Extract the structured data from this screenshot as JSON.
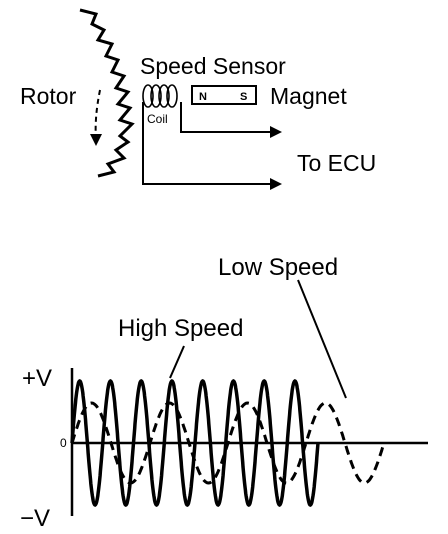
{
  "labels": {
    "rotor": "Rotor",
    "speed_sensor": "Speed Sensor",
    "coil": "Coil",
    "magnet_north": "N",
    "magnet_south": "S",
    "magnet": "Magnet",
    "to_ecu": "To ECU",
    "low_speed": "Low Speed",
    "high_speed": "High Speed",
    "plus_v": "+V",
    "minus_v": "−V",
    "origin": "0"
  },
  "colors": {
    "ink": "#000000",
    "background": "#ffffff"
  }
}
